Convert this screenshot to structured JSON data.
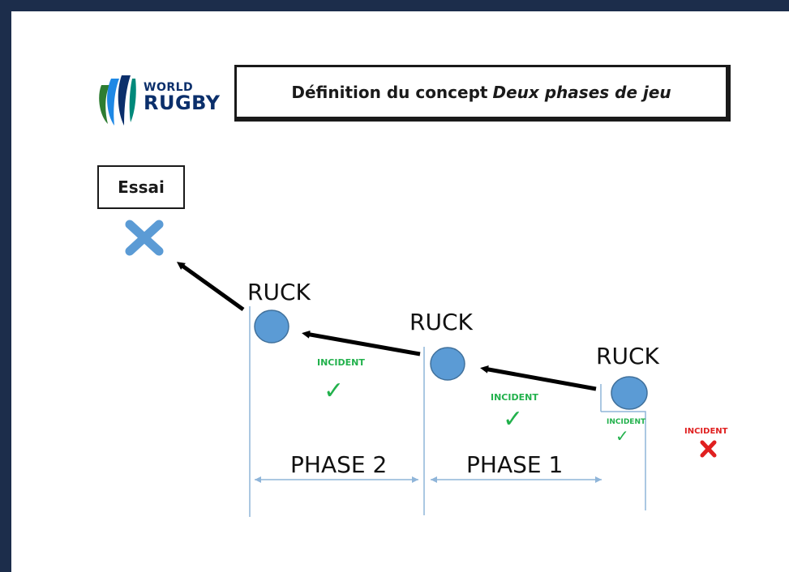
{
  "logo": {
    "line1": "WORLD",
    "line2": "RUGBY"
  },
  "title": {
    "prefix": "Définition du concept",
    "emphasis": "Deux phases de jeu"
  },
  "essai": {
    "label": "Essai"
  },
  "rucks": [
    {
      "label": "RUCK"
    },
    {
      "label": "RUCK"
    },
    {
      "label": "RUCK"
    }
  ],
  "phases": [
    {
      "label": "PHASE 2"
    },
    {
      "label": "PHASE 1"
    }
  ],
  "incidents": [
    {
      "label": "INCIDENT",
      "status": "valid"
    },
    {
      "label": "INCIDENT",
      "status": "valid"
    },
    {
      "label": "INCIDENT",
      "status": "valid"
    },
    {
      "label": "INCIDENT",
      "status": "invalid"
    }
  ],
  "colors": {
    "frame": "#1c2d4b",
    "ball": "#5b9bd5",
    "guide_line": "#5b9bd5",
    "valid": "#22b14c",
    "invalid": "#e02020",
    "essai_cross": "#5b9bd5"
  }
}
